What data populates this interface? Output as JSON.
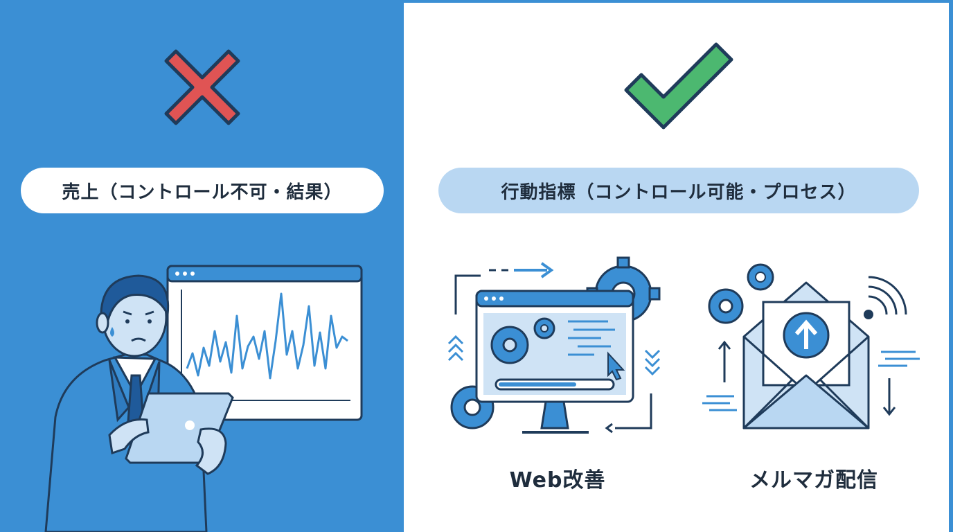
{
  "left": {
    "mark_icon": "cross-icon",
    "label": "売上（コントロール不可・結果）",
    "illustration": "businessman-with-tablet-and-volatile-chart"
  },
  "right": {
    "mark_icon": "check-icon",
    "label": "行動指標（コントロール可能・プロセス）",
    "items": [
      {
        "label": "Web改善",
        "icon": "monitor-gears-icon"
      },
      {
        "label": "メルマガ配信",
        "icon": "envelope-upload-icon"
      }
    ]
  },
  "colors": {
    "blue": "#3b8fd4",
    "dark": "#1f2d3d",
    "red": "#e05454",
    "green": "#4cb870",
    "light_blue": "#b9d7f2"
  }
}
